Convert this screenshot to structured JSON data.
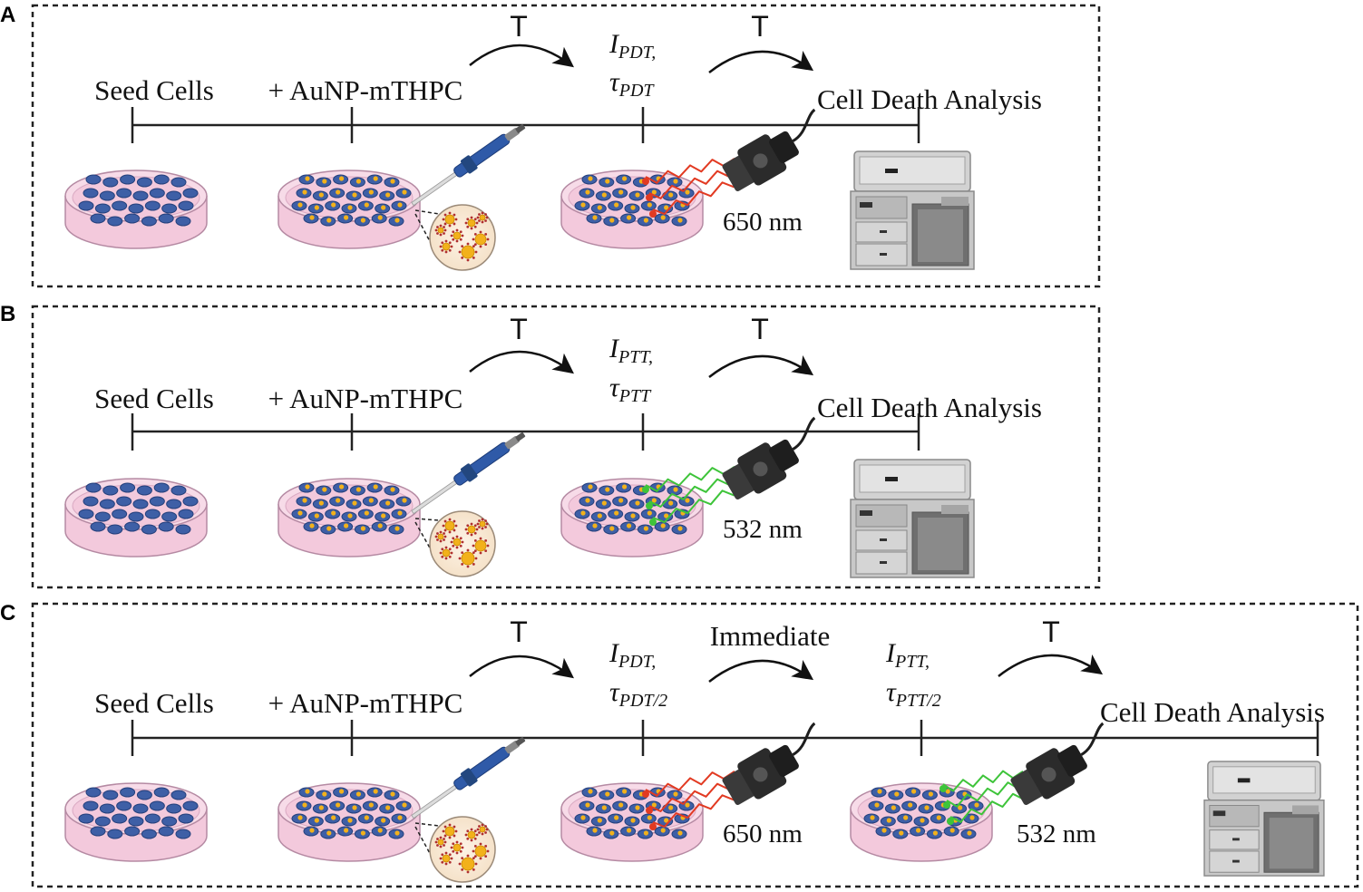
{
  "panels": [
    {
      "letter": "A",
      "steps": [
        {
          "label": "Seed Cells"
        },
        {
          "label": "+ AuNP-mTHPC"
        },
        {
          "intensity_sym": "I",
          "intensity_sub": "PDT,",
          "time_sym": "τ",
          "time_sub": "PDT",
          "wavelength": "650 nm",
          "light": "red"
        },
        {
          "label": "Cell Death Analysis"
        }
      ],
      "transitions": [
        "T",
        "T"
      ]
    },
    {
      "letter": "B",
      "steps": [
        {
          "label": "Seed Cells"
        },
        {
          "label": "+ AuNP-mTHPC"
        },
        {
          "intensity_sym": "I",
          "intensity_sub": "PTT,",
          "time_sym": "τ",
          "time_sub": "PTT",
          "wavelength": "532 nm",
          "light": "green"
        },
        {
          "label": "Cell Death Analysis"
        }
      ],
      "transitions": [
        "T",
        "T"
      ]
    },
    {
      "letter": "C",
      "steps": [
        {
          "label": "Seed Cells"
        },
        {
          "label": "+ AuNP-mTHPC"
        },
        {
          "intensity_sym": "I",
          "intensity_sub": "PDT,",
          "time_sym": "τ",
          "time_sub": "PDT/2",
          "wavelength": "650 nm",
          "light": "red"
        },
        {
          "intensity_sym": "I",
          "intensity_sub": "PTT,",
          "time_sym": "τ",
          "time_sub": "PTT/2",
          "wavelength": "532 nm",
          "light": "green"
        },
        {
          "label": "Cell Death Analysis"
        }
      ],
      "transitions": [
        "T",
        "Immediate",
        "T"
      ]
    }
  ],
  "colors": {
    "dish_medium": "#f3c9dc",
    "dish_rim": "#f7dbe8",
    "cell": "#3e5fa6",
    "cell_edge": "#25407c",
    "nanoparticle": "#f2b11b",
    "red_light": "#e23a22",
    "green_light": "#3ec43a",
    "pipette": "#2f5aa8",
    "laser_body": "#2b2b2b",
    "analyzer": "#c8c8c8"
  }
}
